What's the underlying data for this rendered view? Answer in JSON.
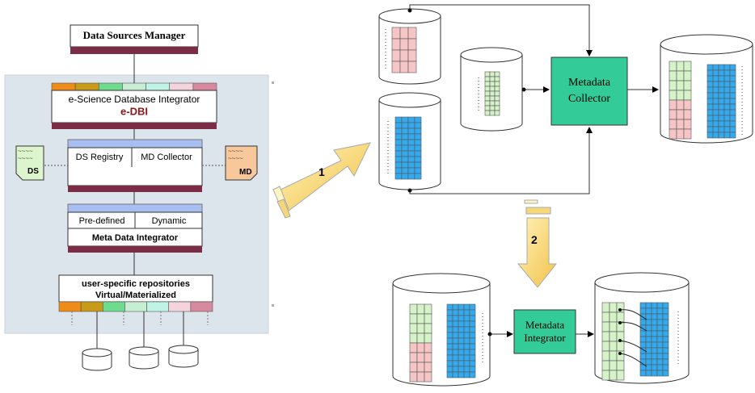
{
  "architecture": {
    "data_sources_manager": "Data Sources Manager",
    "integrator_title": "e-Science Database Integrator",
    "integrator_subtitle": "e-DBI",
    "ds_registry": "DS Registry",
    "md_collector": "MD Collector",
    "predefined": "Pre-defined",
    "dynamic": "Dynamic",
    "meta_data_integrator": "Meta Data Integrator",
    "repositories_line1": "user-specific repositories",
    "repositories_line2": "Virtual/Materialized",
    "ds_note": "DS",
    "md_note": "MD",
    "note_tilde": "~~~~"
  },
  "flow": {
    "step1_label": "1",
    "step2_label": "2",
    "metadata_collector_line1": "Metadata",
    "metadata_collector_line2": "Collector",
    "metadata_integrator_line1": "Metadata",
    "metadata_integrator_line2": "Integrator"
  },
  "colors": {
    "panel_bg": "#dde5ec",
    "maroon_bar": "#7b2d45",
    "blue_bar": "#a8bef2",
    "green_box": "#33cc99",
    "arrow_fill": "#ffd966",
    "pink_grid": "#f6c6c6",
    "green_grid": "#d5f2c8",
    "blue_grid": "#33aaee",
    "ds_note_fill": "#ddf5cc",
    "md_note_fill": "#f8c89a"
  },
  "header_segments": [
    "#ef8b17",
    "#c79a17",
    "#6ddc8e",
    "#c7eed3",
    "#bff3e6",
    "#f3d3dc",
    "#d789a0"
  ],
  "footer_segments": [
    "#ef8b17",
    "#c79a17",
    "#6ddc8e",
    "#c7eed3",
    "#bff3e6",
    "#f3d3dc",
    "#d789a0"
  ]
}
